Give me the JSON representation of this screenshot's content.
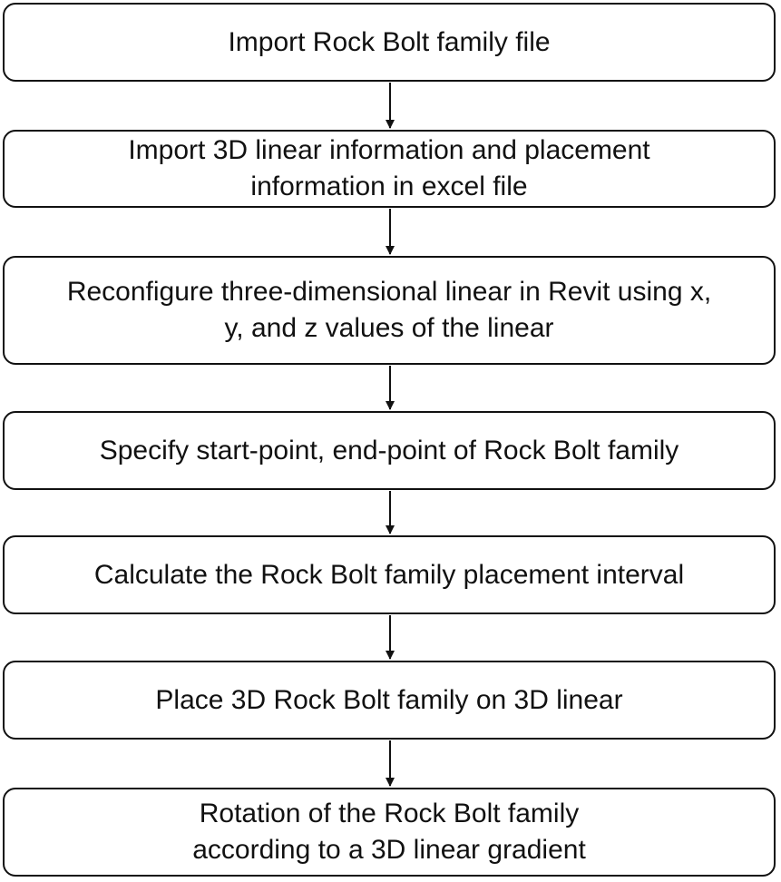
{
  "steps": [
    {
      "lines": [
        "Import Rock Bolt family file"
      ]
    },
    {
      "lines": [
        "Import 3D linear information and placement",
        "information in excel file"
      ]
    },
    {
      "lines": [
        "Reconfigure three-dimensional linear in Revit using x,",
        "y, and z values of the linear"
      ]
    },
    {
      "lines": [
        "Specify start-point, end-point of Rock Bolt family"
      ]
    },
    {
      "lines": [
        "Calculate the Rock Bolt family placement interval"
      ]
    },
    {
      "lines": [
        "Place 3D Rock Bolt family on 3D linear"
      ]
    },
    {
      "lines": [
        "Rotation of the Rock Bolt family",
        "according to a 3D linear gradient"
      ]
    }
  ],
  "colors": {
    "stroke": "#111111",
    "text": "#111111",
    "background": "#ffffff"
  }
}
